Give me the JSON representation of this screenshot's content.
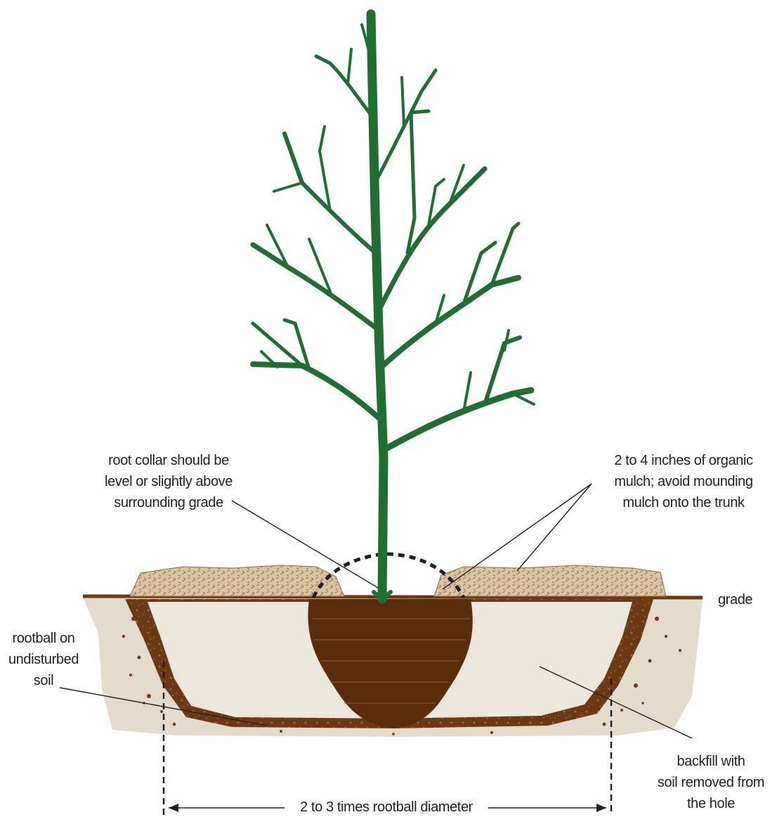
{
  "colors": {
    "tree": "#1f6e32",
    "rootball": "#5a2d0a",
    "backfill": "#e9e4d8",
    "soil_edge": "#6b3a15",
    "surrounding_soil": "#e3dccd",
    "mulch": "#cdb08c",
    "text": "#231f20"
  },
  "labels": {
    "root_collar": [
      "root collar should be",
      "level or slightly above",
      "surrounding grade"
    ],
    "mulch": [
      "2 to 4 inches of organic",
      "mulch; avoid mounding",
      "mulch onto the trunk"
    ],
    "grade": "grade",
    "rootball": [
      "rootball on",
      "undisturbed",
      "soil"
    ],
    "backfill": [
      "backfill with",
      "soil removed from",
      "the hole"
    ],
    "diameter": "2 to 3 times rootball diameter"
  }
}
